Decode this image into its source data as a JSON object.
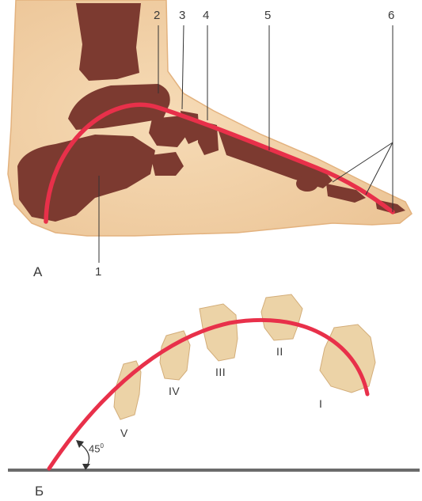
{
  "panel_a": {
    "letter": "А",
    "numbers": [
      "1",
      "2",
      "3",
      "4",
      "5",
      "6"
    ]
  },
  "panel_b": {
    "letter": "Б",
    "romans": [
      "I",
      "II",
      "III",
      "IV",
      "V"
    ],
    "angle": "45",
    "angle_unit": "0"
  },
  "colors": {
    "arch_line": "#e8304a",
    "skin": "#f1cfa3",
    "bone": "#7c3a30",
    "ground": "#6b6b6b",
    "leader": "#333333",
    "page": "#ffffff"
  }
}
